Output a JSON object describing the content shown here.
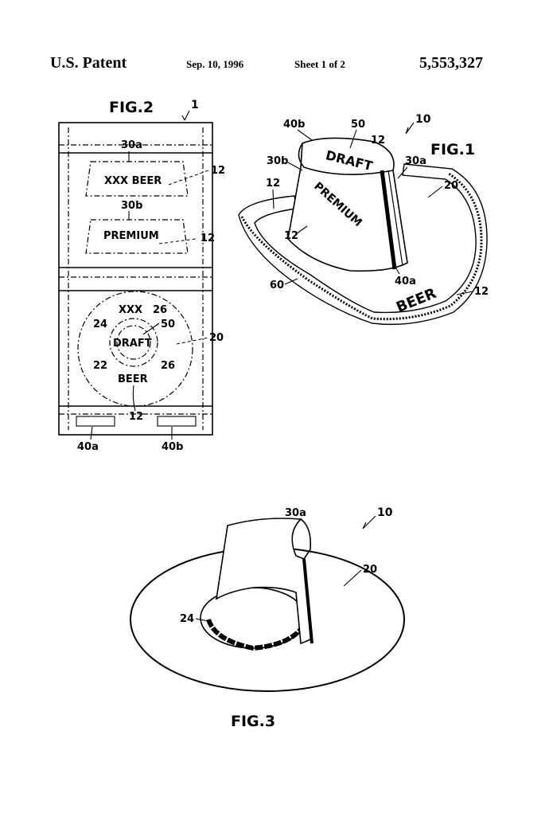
{
  "header": {
    "patent": "U.S. Patent",
    "date": "Sep. 10, 1996",
    "sheet": "Sheet 1 of 2",
    "number": "5,553,327"
  },
  "fig2": {
    "title": "FIG.2",
    "ref_1": "1",
    "band_30a": "30a",
    "band_30a_text": "XXX BEER",
    "band_30b": "30b",
    "band_30b_text": "PREMIUM",
    "ref_12_a": "12",
    "ref_12_b": "12",
    "ref_12_c": "12",
    "disc_top": "XXX",
    "disc_center": "DRAFT",
    "disc_bottom": "BEER",
    "ref_24": "24",
    "ref_26a": "26",
    "ref_26b": "26",
    "ref_50": "50",
    "ref_22": "22",
    "ref_20": "20",
    "ref_40a": "40a",
    "ref_40b": "40b"
  },
  "fig1": {
    "title": "FIG.1",
    "ref_10": "10",
    "ref_40b": "40b",
    "ref_50": "50",
    "ref_12_top": "12",
    "ref_30b": "30b",
    "ref_30a": "30a",
    "ref_20": "20",
    "ref_12_left": "12",
    "ref_12_mid": "12",
    "ref_40a": "40a",
    "ref_60": "60",
    "ref_12_right": "12",
    "crown_text": "DRAFT",
    "side_text": "PREMIUM",
    "brim_text": "BEER"
  },
  "fig3": {
    "title": "FIG.3",
    "ref_30a": "30a",
    "ref_10": "10",
    "ref_20": "20",
    "ref_24": "24"
  }
}
